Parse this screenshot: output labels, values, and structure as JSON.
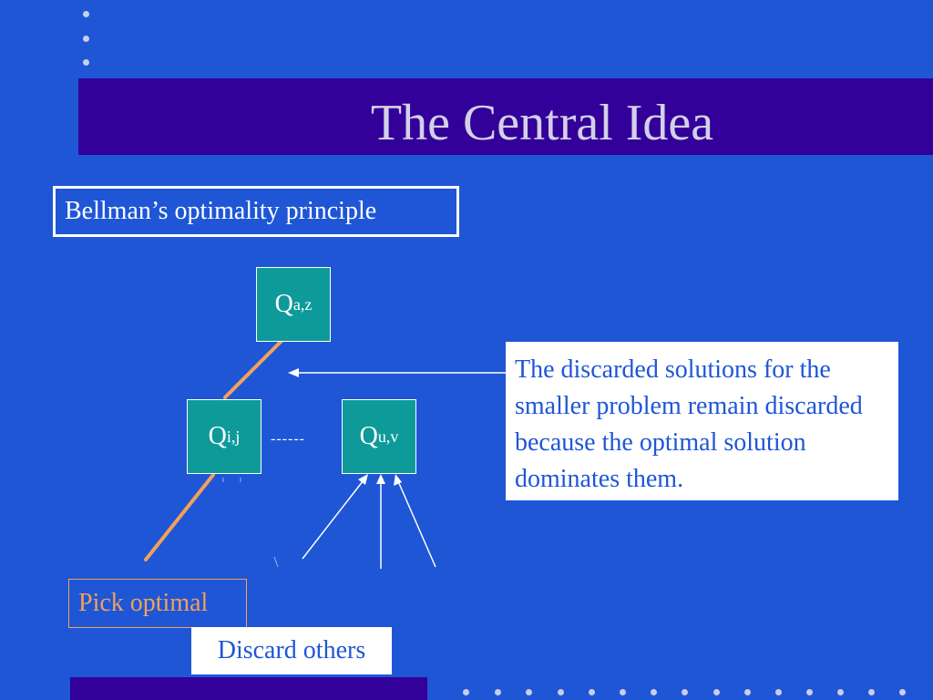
{
  "slide": {
    "title": "The Central Idea",
    "principle_label": "Bellman’s optimality principle",
    "callout_text": "The discarded solutions for the smaller problem remain discarded because the optimal solution dominates them.",
    "pick_label": "Pick optimal",
    "discard_label": "Discard others",
    "dashes": "------"
  },
  "nodes": [
    {
      "id": "Qaz",
      "base": "Q",
      "sub": "a,z"
    },
    {
      "id": "Qij",
      "base": "Q",
      "sub": "i,j"
    },
    {
      "id": "Quv",
      "base": "Q",
      "sub": "u,v"
    }
  ],
  "colors": {
    "background": "#1e56d6",
    "title_bar": "#330099",
    "node_fill": "#0f9a9a",
    "optimal_path": "#f2a15a",
    "callout_bg": "#ffffff"
  }
}
